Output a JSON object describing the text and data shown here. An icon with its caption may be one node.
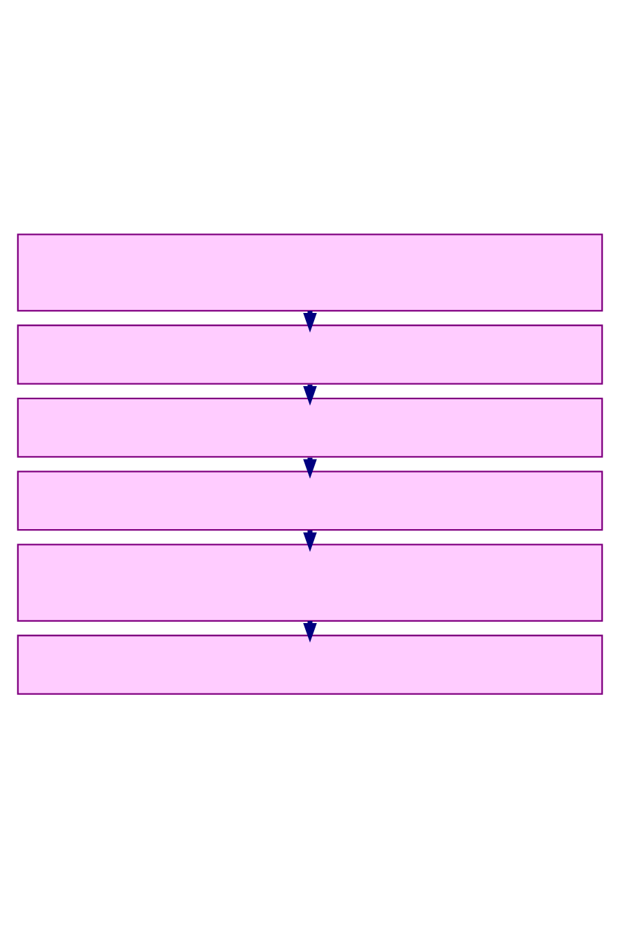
{
  "diagram": {
    "nodes": [
      {
        "text": [],
        "shape": "box"
      },
      {
        "text": [],
        "shape": "box"
      },
      {
        "text": [],
        "shape": "box"
      },
      {
        "text": [],
        "shape": "box"
      },
      {
        "text": [],
        "shape": "box"
      },
      {
        "text": [],
        "shape": "box"
      }
    ],
    "edges": [
      {
        "from": 0,
        "to": 1,
        "arrow": "to"
      },
      {
        "from": 1,
        "to": 2,
        "arrow": "to"
      },
      {
        "from": 2,
        "to": 3,
        "arrow": "to"
      },
      {
        "from": 3,
        "to": 4,
        "arrow": "to"
      },
      {
        "from": 4,
        "to": 5,
        "arrow": "to"
      }
    ]
  }
}
